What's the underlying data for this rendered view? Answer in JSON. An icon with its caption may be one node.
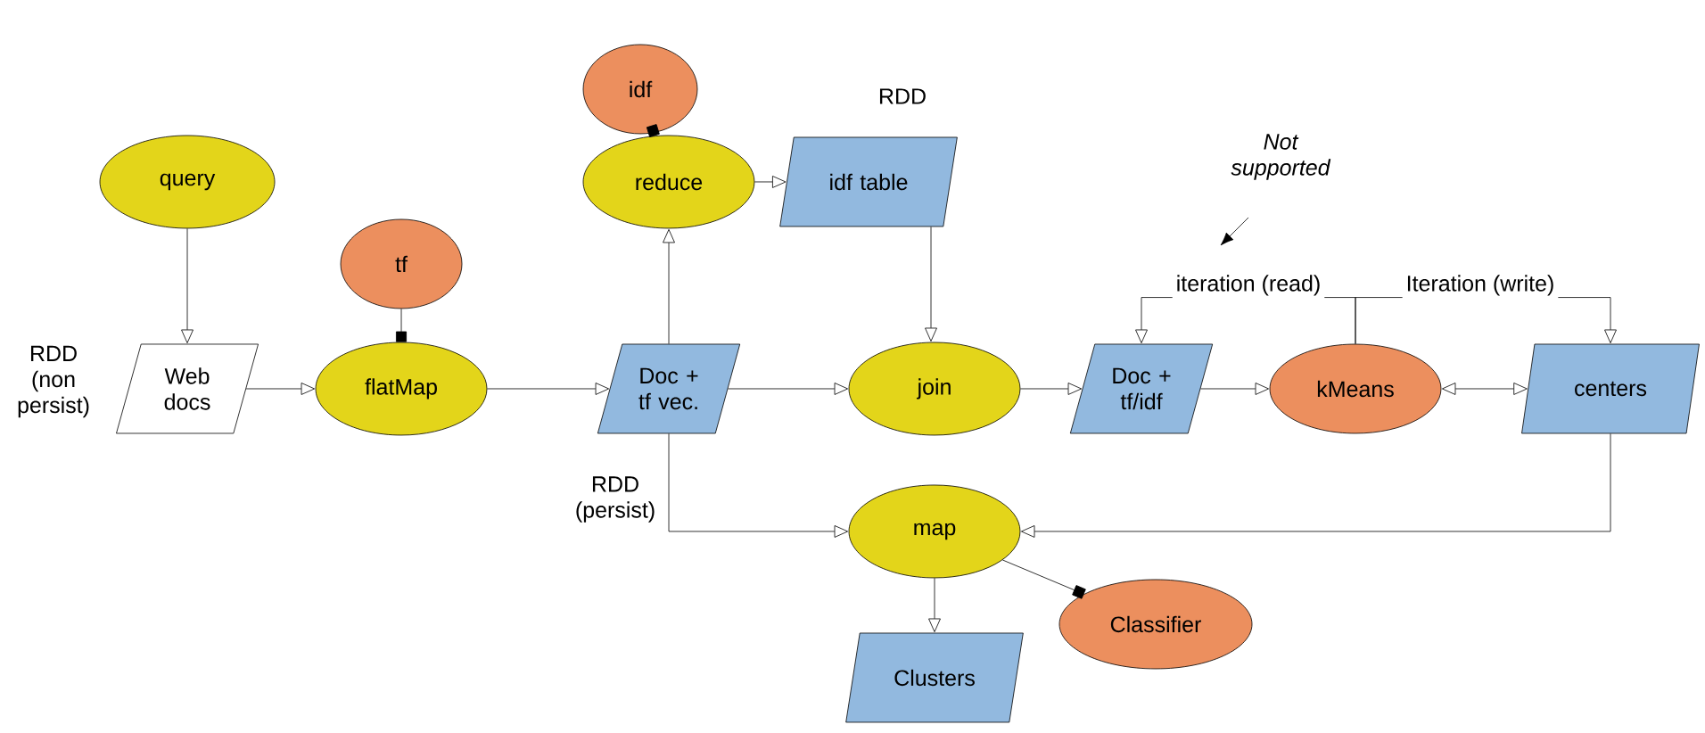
{
  "diagram": {
    "nodes": [
      {
        "text": [
          "query"
        ]
      },
      {
        "text": [
          "Web docs"
        ],
        "beside": [
          "RDD (non persist)"
        ]
      },
      {
        "text": [
          "tf"
        ]
      },
      {
        "text": [
          "flatMap"
        ]
      },
      {
        "text": [
          "Doc + tf vec."
        ],
        "beside": [
          "RDD (persist)"
        ]
      },
      {
        "text": [
          "idf"
        ]
      },
      {
        "text": [
          "reduce"
        ]
      },
      {
        "text": [
          "idf table"
        ],
        "beside": [
          "RDD"
        ]
      },
      {
        "text": [
          "join"
        ]
      },
      {
        "text": [
          "Doc + tf/idf"
        ]
      },
      {
        "text": [
          "kMeans"
        ]
      },
      {
        "text": [
          "centers"
        ]
      },
      {
        "text": [
          "map"
        ]
      },
      {
        "text": [
          "Clusters"
        ]
      },
      {
        "text": [
          "Classifier"
        ]
      }
    ],
    "edges": [
      {
        "from": 0,
        "to": 1,
        "arrow": "to"
      },
      {
        "from": 1,
        "to": 3,
        "arrow": "to"
      },
      {
        "from": 2,
        "to": 3,
        "arrow": "other"
      },
      {
        "from": 3,
        "to": 4,
        "arrow": "to"
      },
      {
        "from": 4,
        "to": 6,
        "arrow": "to"
      },
      {
        "from": 5,
        "to": 6,
        "arrow": "other"
      },
      {
        "from": 6,
        "to": 7,
        "arrow": "to"
      },
      {
        "from": 7,
        "to": 8,
        "arrow": "to"
      },
      {
        "from": 4,
        "to": 8,
        "arrow": "to"
      },
      {
        "from": 8,
        "to": 9,
        "arrow": "to"
      },
      {
        "from": 9,
        "to": 10,
        "arrow": "to"
      },
      {
        "from": 10,
        "to": 11,
        "arrow": "both"
      },
      {
        "from": 10,
        "to": 9,
        "arrow": "to",
        "label": "iteration (read)"
      },
      {
        "from": 10,
        "to": 11,
        "arrow": "to",
        "label": "Iteration (write)"
      },
      {
        "from": 4,
        "to": 12,
        "arrow": "to"
      },
      {
        "from": 11,
        "to": 12,
        "arrow": "to"
      },
      {
        "from": 12,
        "to": 13,
        "arrow": "to"
      },
      {
        "from": 12,
        "to": 14,
        "arrow": "other"
      }
    ],
    "labels": [
      "Not supported"
    ]
  }
}
